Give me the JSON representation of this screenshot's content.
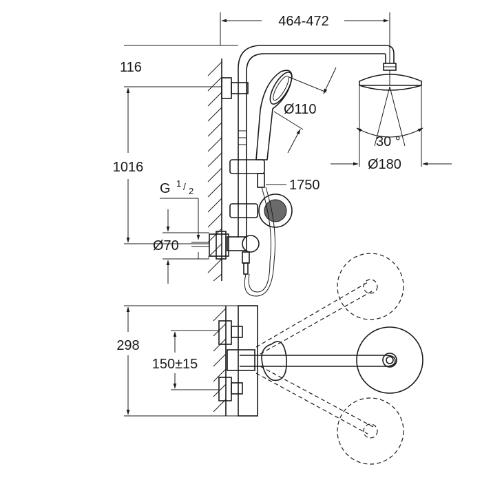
{
  "dimensions": {
    "arm_reach": "464-472",
    "top_offset": "116",
    "rail_height": "1016",
    "thread_main": "G",
    "thread_num": "1",
    "thread_den": "2",
    "connector_diameter": "Ø70",
    "handshower_diameter": "Ø110",
    "hose_length": "1750",
    "spray_angle": "30 °",
    "head_diameter": "Ø180",
    "depth": "298",
    "inlet_spacing": "150±15"
  }
}
